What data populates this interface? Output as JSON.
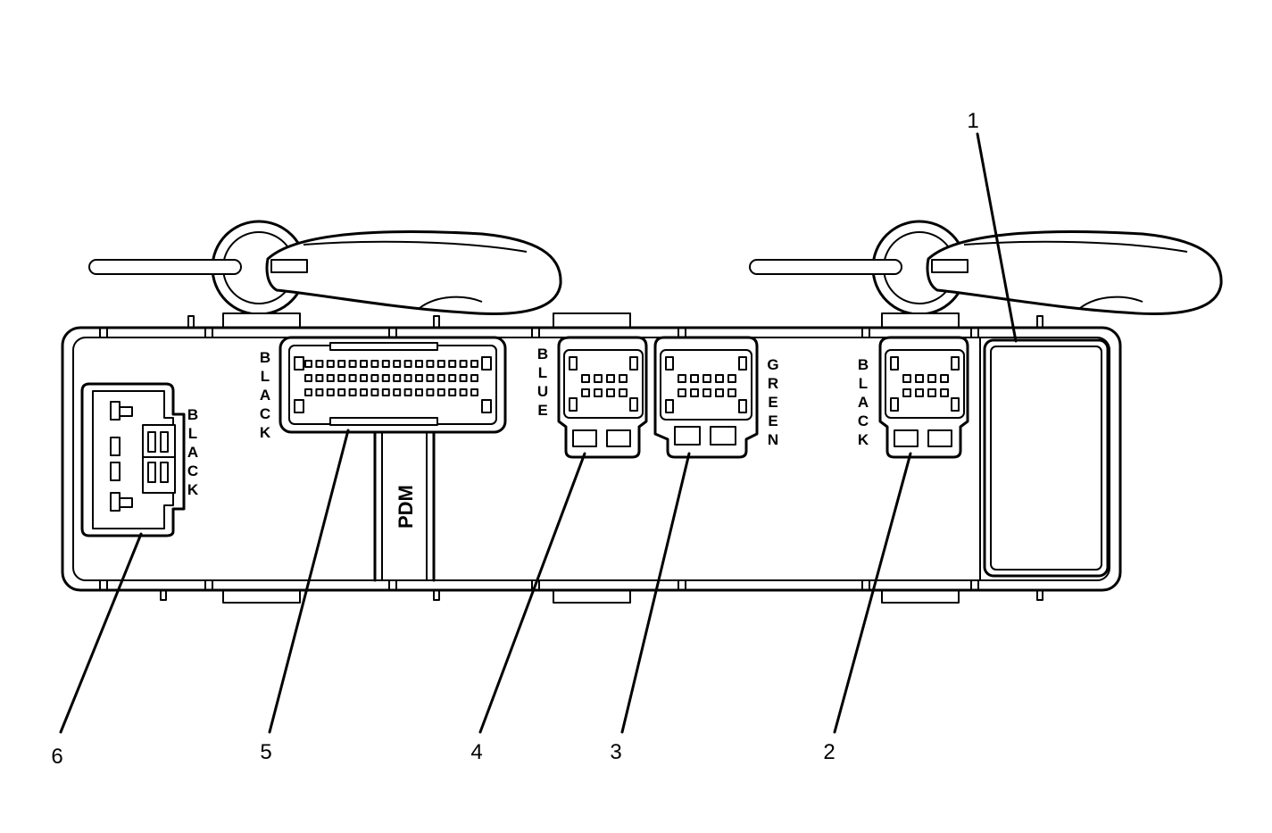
{
  "module_label": "PDM",
  "connectors": [
    {
      "callout": "1",
      "color": ""
    },
    {
      "callout": "2",
      "color": "BLACK"
    },
    {
      "callout": "3",
      "color": "GREEN"
    },
    {
      "callout": "4",
      "color": "BLUE"
    },
    {
      "callout": "5",
      "color": "BLACK"
    },
    {
      "callout": "6",
      "color": "BLACK"
    }
  ],
  "colors": {
    "line": "#000000",
    "background": "#ffffff"
  }
}
